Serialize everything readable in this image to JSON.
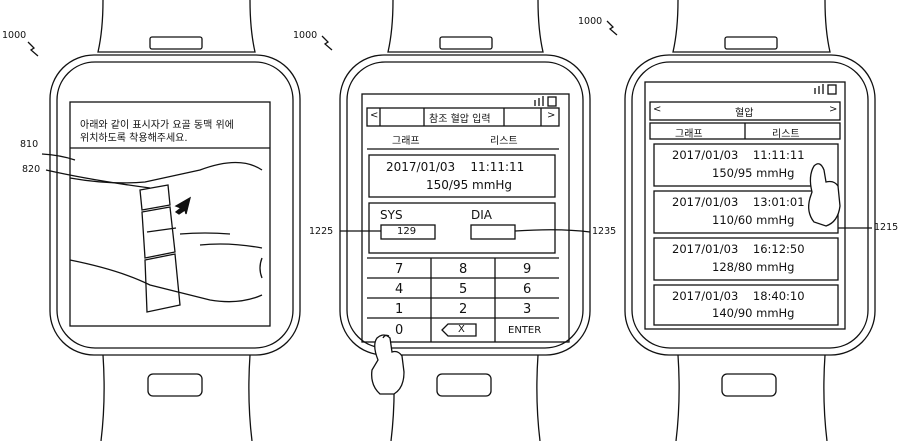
{
  "refs": {
    "left_device": "1000",
    "middle_device": "1000",
    "right_device": "1000",
    "ref_810": "810",
    "ref_820": "820",
    "ref_1225": "1225",
    "ref_1235": "1235",
    "ref_1215": "1215"
  },
  "left_screen": {
    "instruction_line1": "아래와 같이 표시자가 요골 동맥 위에",
    "instruction_line2": "위치하도록 착용해주세요."
  },
  "middle_screen": {
    "nav_left": "<",
    "title": "참조 혈압 입력",
    "nav_right": ">",
    "tab_graph": "그래프",
    "tab_list": "리스트",
    "datetime": "2017/01/03    11:11:11",
    "reading": "150/95 mmHg",
    "sys_label": "SYS",
    "dia_label": "DIA",
    "sys_value": "129",
    "dia_value": "",
    "keys": [
      "7",
      "8",
      "9",
      "4",
      "5",
      "6",
      "1",
      "2",
      "3",
      "0",
      "X",
      "ENTER"
    ]
  },
  "right_screen": {
    "nav_left": "<",
    "title": "혈압",
    "nav_right": ">",
    "tab_graph": "그래프",
    "tab_list": "리스트",
    "records": [
      {
        "datetime": "2017/01/03    11:11:11",
        "reading": "150/95 mmHg"
      },
      {
        "datetime": "2017/01/03    13:01:01",
        "reading": "110/60 mmHg"
      },
      {
        "datetime": "2017/01/03    16:12:50",
        "reading": "128/80 mmHg"
      },
      {
        "datetime": "2017/01/03    18:40:10",
        "reading": "140/90 mmHg"
      }
    ]
  }
}
